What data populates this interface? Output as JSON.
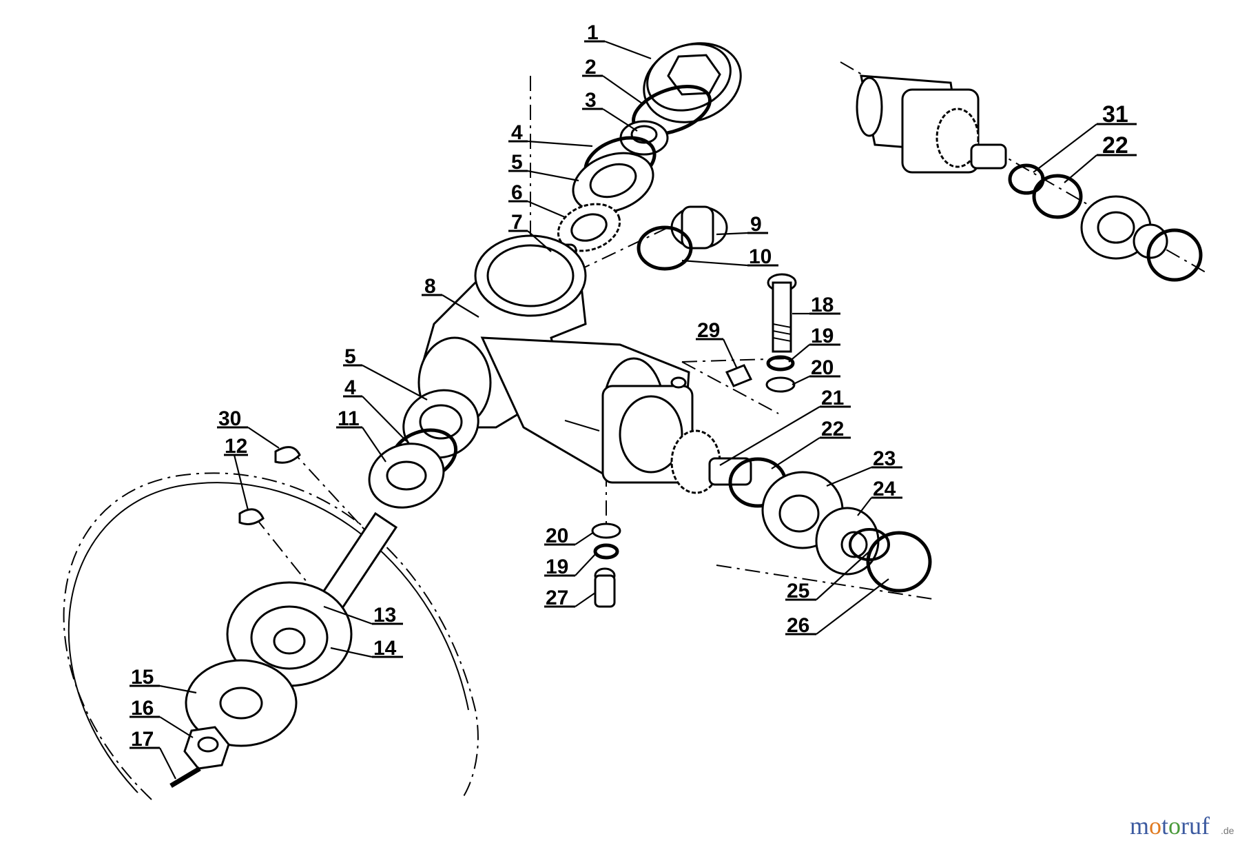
{
  "diagram": {
    "labels": [
      "1",
      "2",
      "3",
      "4",
      "5",
      "6",
      "7",
      "8",
      "9",
      "10",
      "11",
      "12",
      "13",
      "14",
      "15",
      "16",
      "17",
      "18",
      "19",
      "20",
      "21",
      "22",
      "23",
      "24",
      "25",
      "26",
      "27",
      "29",
      "30",
      "31",
      "4",
      "5",
      "19",
      "20",
      "22"
    ]
  },
  "watermark": {
    "text_m": "m",
    "text_o1": "o",
    "text_t": "t",
    "text_o2": "o",
    "text_r": "r",
    "text_u": "u",
    "text_f": "f",
    "suffix": ".de"
  },
  "colors": {
    "ink": "#000000",
    "watermark_blue": "#3c5aa0",
    "watermark_orange": "#e07a20",
    "watermark_green": "#4a9a3a"
  }
}
